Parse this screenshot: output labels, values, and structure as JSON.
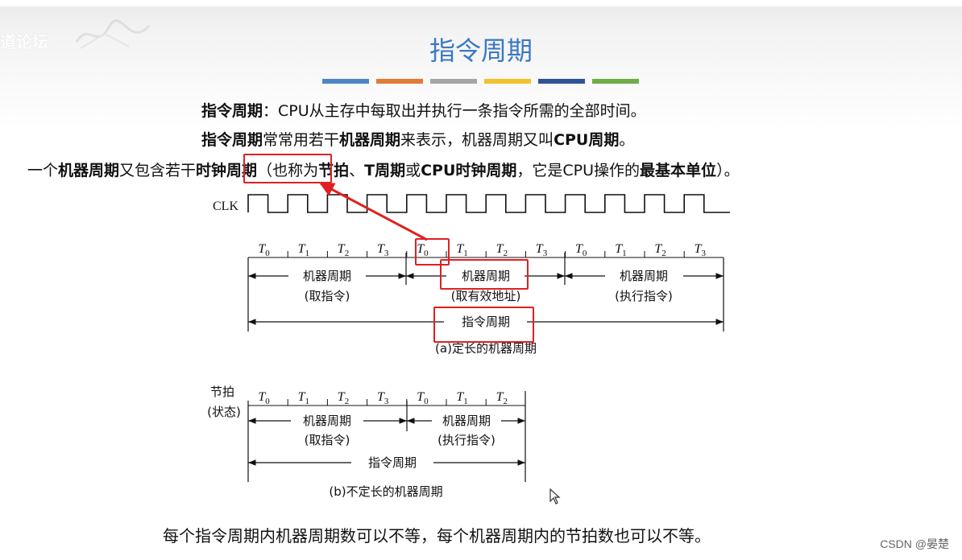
{
  "watermark": {
    "site_text": "道论坛"
  },
  "slide": {
    "title": "指令周期",
    "accent_bars": [
      "#4f86c6",
      "#e07b39",
      "#a5a5a5",
      "#f2c12e",
      "#2f5496",
      "#70ad47"
    ],
    "line1": {
      "bold": "指令周期",
      "rest": "：CPU从主存中每取出并执行一条指令所需的全部时间。"
    },
    "line2": {
      "p1_bold": "指令周期",
      "p2": "常常用若干",
      "p3_bold": "机器周期",
      "p4": "来表示，机器周期又叫",
      "p5_bold": "CPU周期",
      "p6": "。"
    },
    "line3": {
      "p1": "一个",
      "p2_bold": "机器周期",
      "p3": "又包含若干",
      "p4_bold": "时钟周期",
      "p5": "（也称为",
      "p6_bold": "节拍",
      "p7": "、",
      "p8_bold": "T周期",
      "p9": "或",
      "p10_bold": "CPU时钟周期",
      "p11": "，它是CPU操作的",
      "p12_bold": "最基本单位",
      "p13": "）。"
    },
    "bottom_text": "每个指令周期内机器周期数可以不等，每个机器周期内的节拍数也可以不等。",
    "credit": "CSDN @晏楚"
  },
  "diagram": {
    "clk_label": "CLK",
    "a": {
      "ticks_line1": [
        "T0",
        "T1",
        "T2",
        "T3",
        "T0",
        "T1",
        "T2",
        "T3",
        "T0",
        "T1",
        "T2",
        "T3"
      ],
      "machine_cycles": [
        {
          "label": "机器周期",
          "sub": "(取指令)"
        },
        {
          "label": "机器周期",
          "sub": "(取有效地址)"
        },
        {
          "label": "机器周期",
          "sub": "(执行指令)"
        }
      ],
      "instruction_cycle": "指令周期",
      "caption": "(a)定长的机器周期"
    },
    "b": {
      "row_label_1": "节拍",
      "row_label_2": "(状态)",
      "ticks": [
        "T0",
        "T1",
        "T2",
        "T3",
        "T0",
        "T1",
        "T2"
      ],
      "machine_cycles": [
        {
          "label": "机器周期",
          "sub": "(取指令)"
        },
        {
          "label": "机器周期",
          "sub": "(执行指令)"
        }
      ],
      "instruction_cycle": "指令周期",
      "caption": "(b)不定长的机器周期"
    }
  },
  "highlight_color": "#e02020"
}
